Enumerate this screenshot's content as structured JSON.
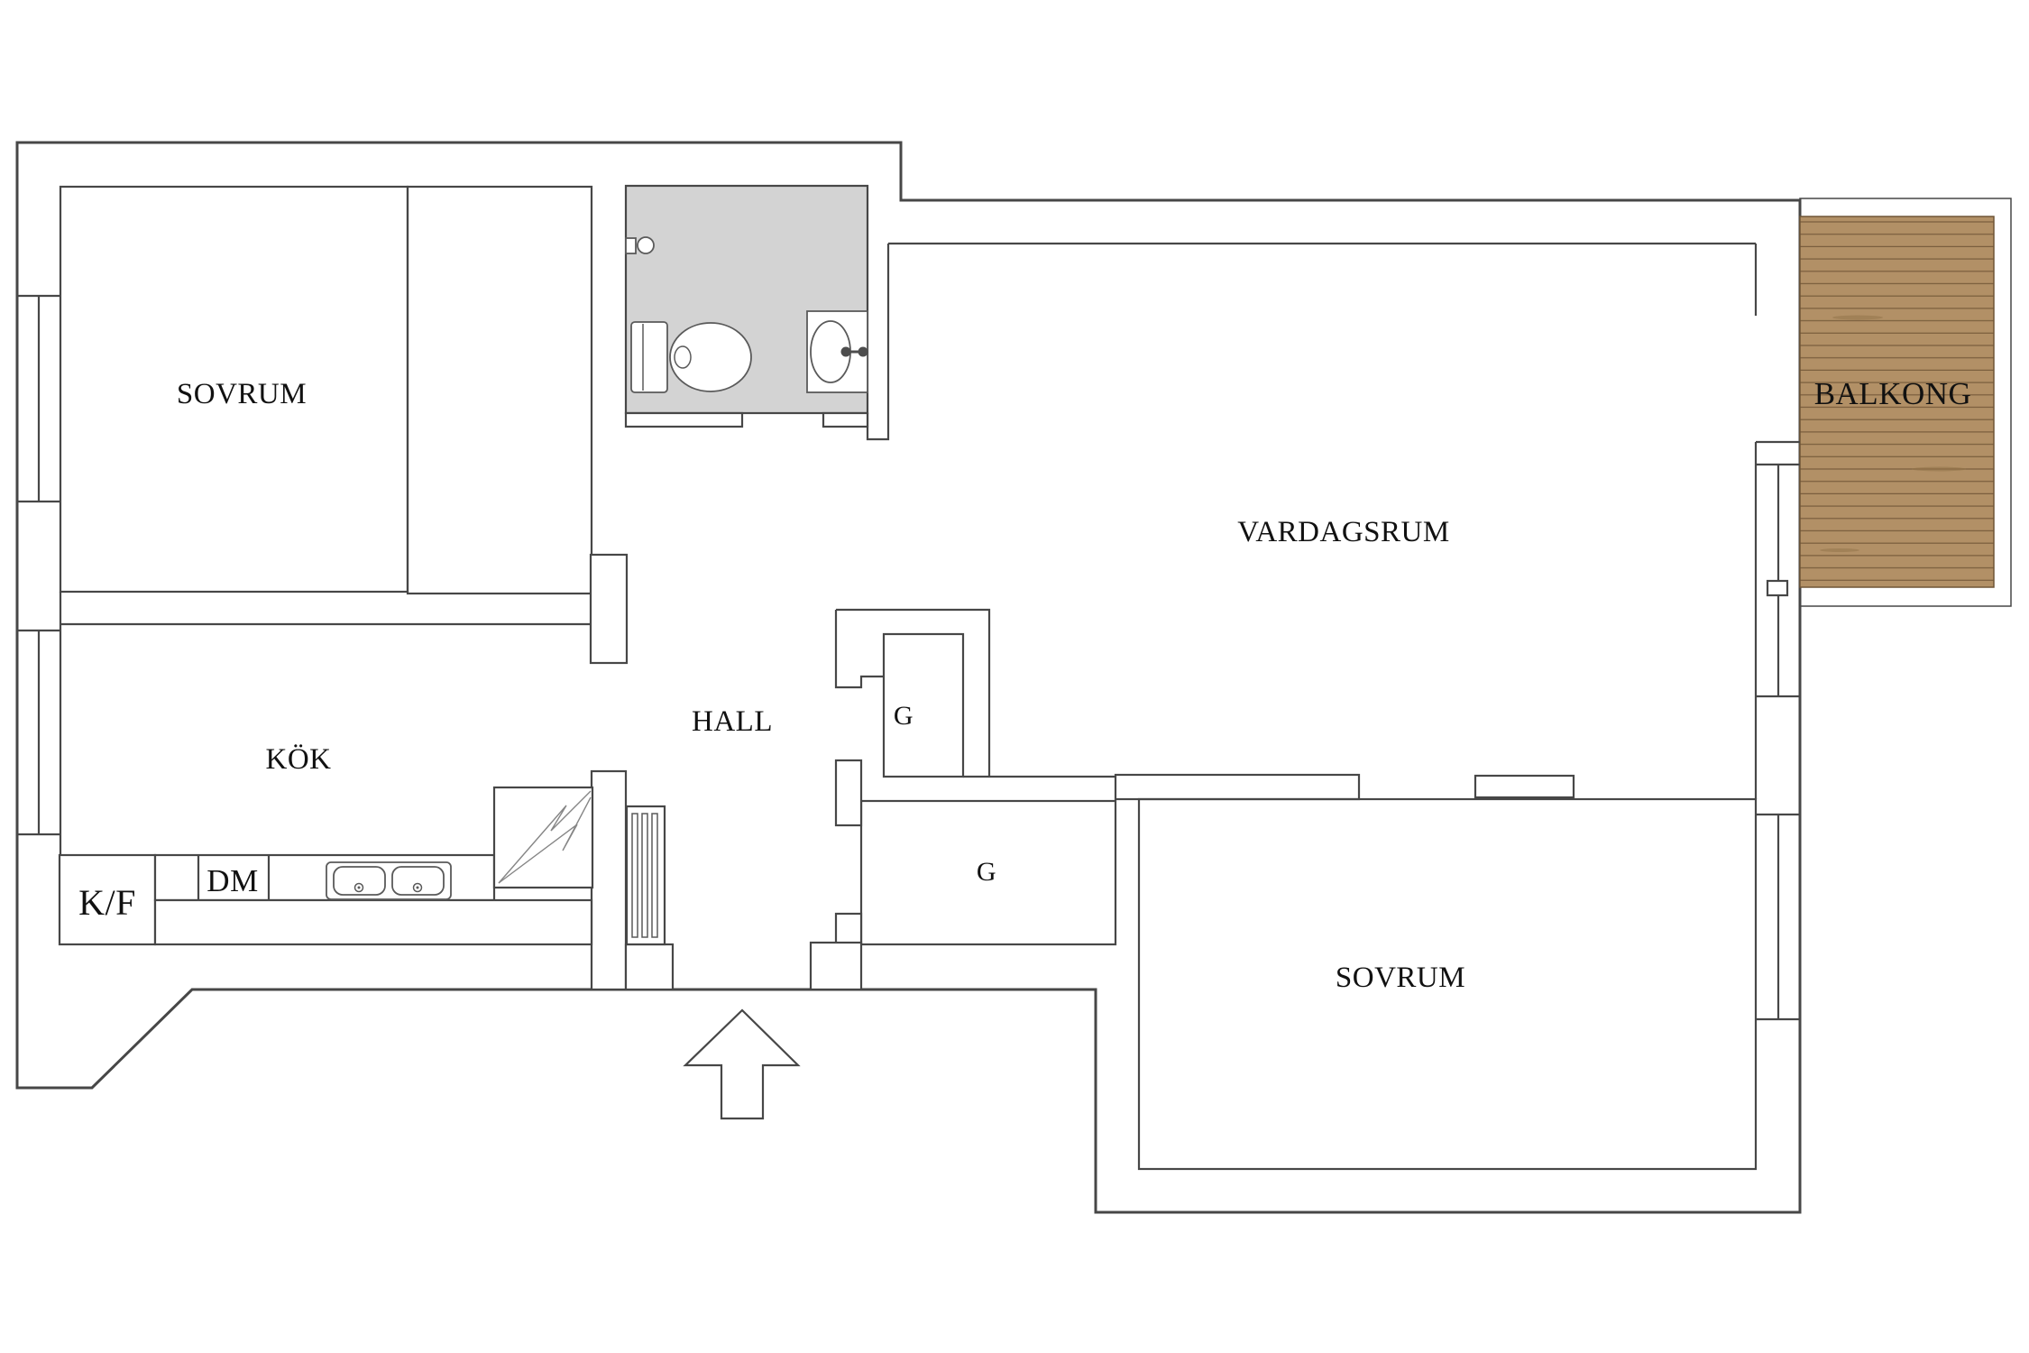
{
  "plan": {
    "title": "Apartment floor plan",
    "rooms": [
      {
        "id": "sovrum-1",
        "label": "SOVRUM"
      },
      {
        "id": "kok",
        "label": "KÖK"
      },
      {
        "id": "hall",
        "label": "HALL"
      },
      {
        "id": "garderob-upper",
        "label": "G"
      },
      {
        "id": "garderob-lower",
        "label": "G"
      },
      {
        "id": "vardagsrum",
        "label": "VARDAGSRUM"
      },
      {
        "id": "sovrum-2",
        "label": "SOVRUM"
      },
      {
        "id": "balkong",
        "label": "BALKONG"
      }
    ],
    "appliances": [
      {
        "id": "fridge-freezer",
        "label": "K/F"
      },
      {
        "id": "dishwasher",
        "label": "DM"
      }
    ],
    "symbols": [
      {
        "id": "entrance-arrow",
        "meaning": "entrance direction arrow"
      },
      {
        "id": "electrical-panel",
        "meaning": "electrical cabinet with lightning bolt"
      },
      {
        "id": "radiator",
        "meaning": "radiator"
      },
      {
        "id": "toilet",
        "meaning": "WC toilet"
      },
      {
        "id": "washbasin",
        "meaning": "washbasin with tap"
      },
      {
        "id": "shower-tap",
        "meaning": "shower tap on wall"
      },
      {
        "id": "kitchen-sink",
        "meaning": "double-bowl kitchen sink"
      },
      {
        "id": "window",
        "meaning": "window (double line with glass line)"
      }
    ],
    "colors": {
      "wall_line": "#474747",
      "fixture_line": "#5a5a5a",
      "text": "#111111",
      "background": "#ffffff",
      "bathroom_floor": "#d3d3d3",
      "balcony_wood": "#b29066",
      "balcony_wood_line": "#6f5536"
    }
  }
}
